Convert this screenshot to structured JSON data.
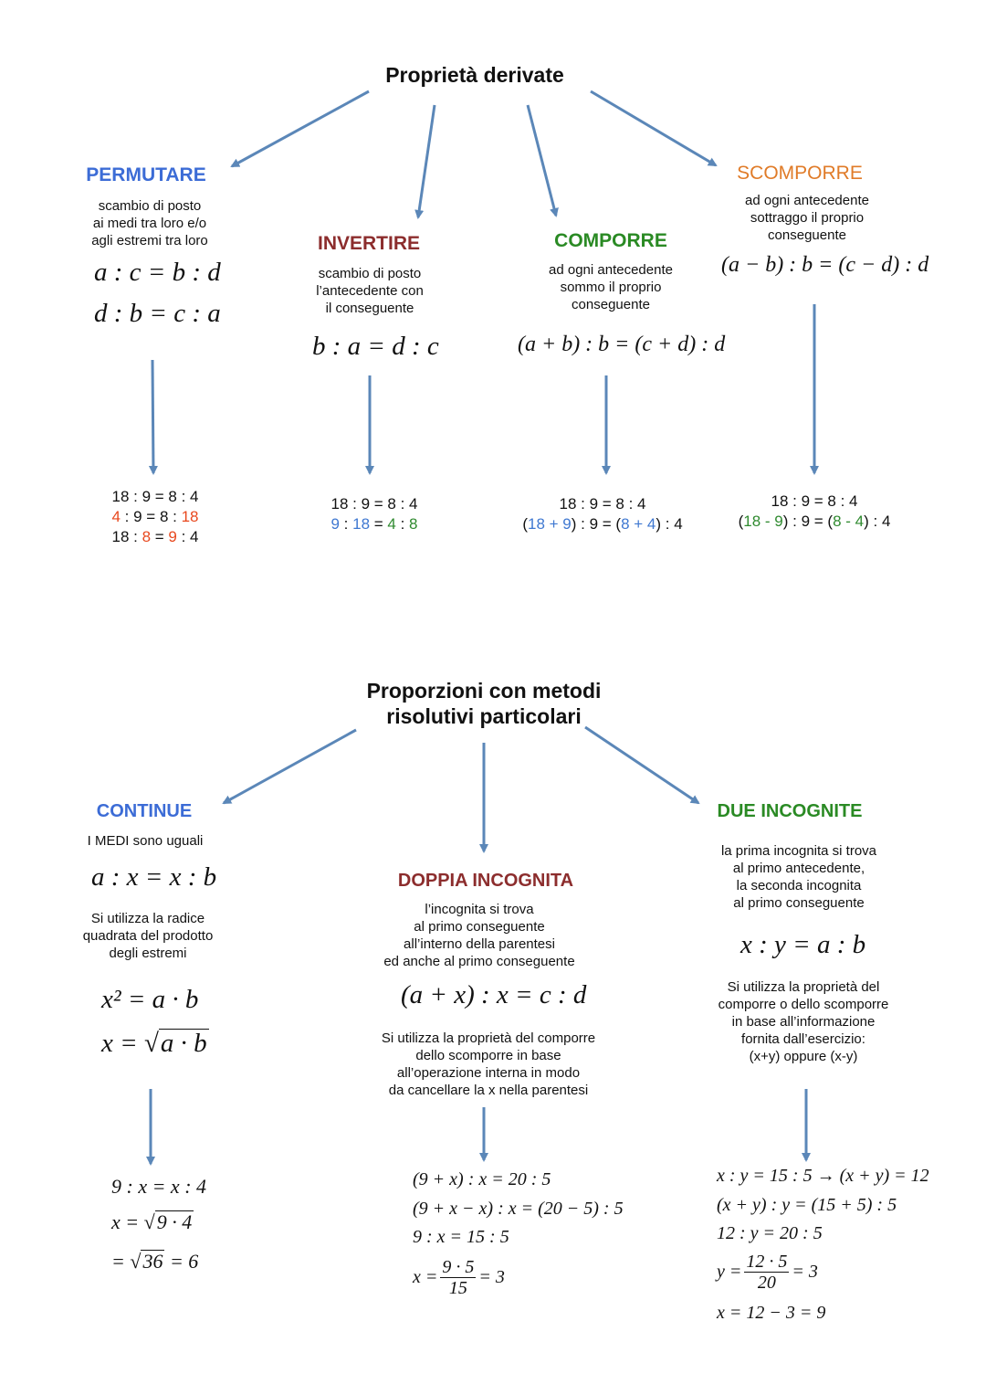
{
  "section1": {
    "title": "Proprietà derivate",
    "permutare": {
      "heading": "PERMUTARE",
      "desc": "scambio di posto\nai medi tra loro e/o\nagli estremi tra loro",
      "formula1": "a : c = b : d",
      "formula2": "d : b = c : a",
      "ex": [
        "18 : 9 = 8 : 4",
        "4",
        " : 9 = 8 : ",
        "18",
        "18 : ",
        "8",
        " = ",
        "9",
        " : 4"
      ]
    },
    "invertire": {
      "heading": "INVERTIRE",
      "desc": "scambio di posto\nl’antecedente con\nil conseguente",
      "formula": "b : a = d : c",
      "ex": [
        "18 : 9 = 8 : 4",
        "9",
        " : ",
        "18",
        " = ",
        "4",
        " : ",
        "8"
      ]
    },
    "comporre": {
      "heading": "COMPORRE",
      "desc": "ad ogni antecedente\nsommo il proprio\nconseguente",
      "formula": "(a + b) : b = (c + d) : d",
      "ex": [
        "18 : 9 = 8 : 4",
        "(",
        "18 + 9",
        ") : 9 = (",
        "8 + 4",
        ") : 4"
      ]
    },
    "scomporre": {
      "heading": "SCOMPORRE",
      "desc": "ad ogni antecedente\nsottraggo il proprio\nconseguente",
      "formula": "(a − b) : b = (c − d) : d",
      "ex": [
        "18 : 9 = 8 : 4",
        "(",
        "18 - 9",
        ") : 9 = (",
        "8 - 4",
        ") : 4"
      ]
    }
  },
  "section2": {
    "title": "Proporzioni con metodi\nrisolutivi particolari",
    "continue": {
      "heading": "CONTINUE",
      "desc1": "I MEDI sono uguali",
      "formula": "a : x = x : b",
      "desc2": "Si utilizza la radice\nquadrata del prodotto\ndegli estremi",
      "f1": "x² = a · b",
      "f2a": "x = ",
      "f2b": "a · b",
      "ex1": "9 : x = x : 4",
      "ex2a": "x = ",
      "ex2b": "9 · 4",
      "ex3a": "= ",
      "ex3b": "36",
      "ex3c": " = 6"
    },
    "doppia": {
      "heading": "DOPPIA INCOGNITA",
      "desc1": "l’incognita si trova\nal primo conseguente\nall’interno della parentesi\ned anche al primo conseguente",
      "formula": "(a + x) : x = c : d",
      "desc2": "Si utilizza la proprietà del comporre\ndello scomporre in base\nall’operazione interna in modo\nda cancellare la x nella parentesi",
      "ex1": "(9 + x) : x = 20 : 5",
      "ex2": "(9 + x − x) : x = (20 − 5) : 5",
      "ex3": "9 : x = 15 : 5",
      "ex4a": "x =",
      "ex4n": "9 · 5",
      "ex4d": "15",
      "ex4b": "= 3"
    },
    "due": {
      "heading": "DUE INCOGNITE",
      "desc1": "la prima incognita si trova\nal primo antecedente,\nla seconda incognita\nal primo conseguente",
      "formula": "x : y = a : b",
      "desc2": "Si utilizza la proprietà del\ncomporre o dello scomporre\nin base all’informazione\nfornita dall’esercizio:\n(x+y) oppure (x-y)",
      "ex1": "x : y = 15 : 5 → (x + y) = 12",
      "ex2": "(x + y) : y = (15 + 5) : 5",
      "ex3": "12 : y = 20 : 5",
      "ex4a": "y =",
      "ex4n": "12 · 5",
      "ex4d": "20",
      "ex4b": "= 3",
      "ex5": "x = 12 − 3 = 9"
    }
  },
  "colors": {
    "arrow": "#5b87b8",
    "blue_heading": "#3c6cd6",
    "red_heading": "#8c2d2d",
    "green_heading": "#2a8a24",
    "orange_heading": "#e07b28"
  }
}
